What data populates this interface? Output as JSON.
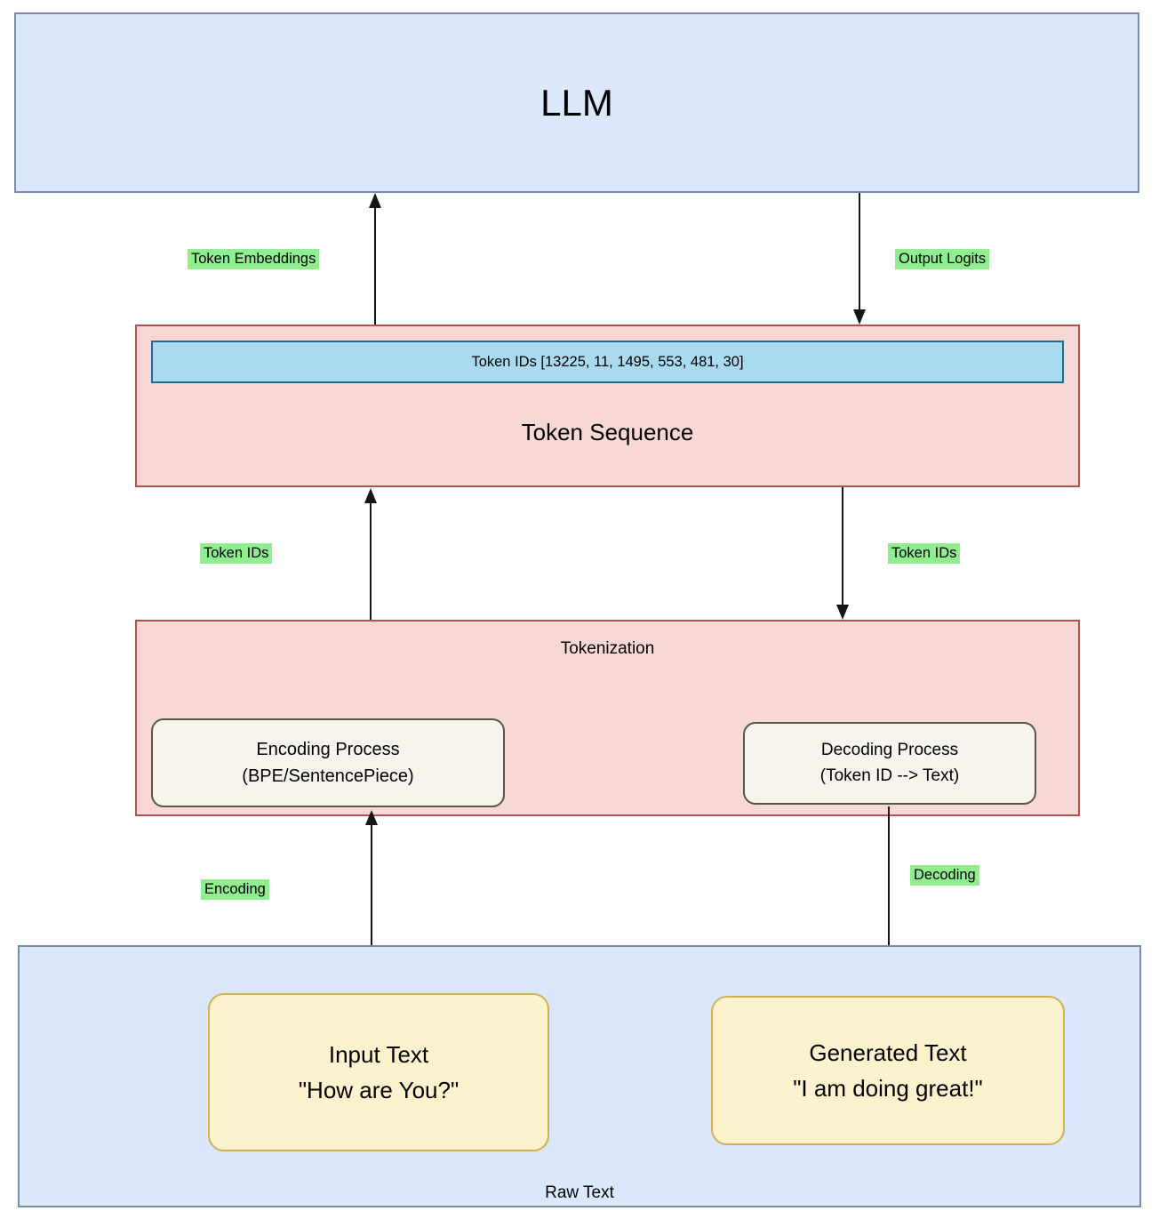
{
  "diagram": {
    "llm": {
      "label": "LLM"
    },
    "token_sequence": {
      "title": "Token Sequence",
      "token_ids_bar": "Token IDs [13225, 11, 1495, 553, 481, 30]"
    },
    "tokenization": {
      "title": "Tokenization",
      "encoding_process": {
        "line1": "Encoding Process",
        "line2": "(BPE/SentencePiece)"
      },
      "decoding_process": {
        "line1": "Decoding Process",
        "line2": "(Token ID --> Text)"
      }
    },
    "raw_text": {
      "title": "Raw Text",
      "input_text": {
        "line1": "Input Text",
        "line2": "\"How are You?\""
      },
      "generated_text": {
        "line1": "Generated Text",
        "line2": "\"I am doing great!\""
      }
    },
    "edge_labels": {
      "token_embeddings": "Token Embeddings",
      "output_logits": "Output Logits",
      "token_ids_up": "Token IDs",
      "token_ids_down": "Token IDs",
      "encoding": "Encoding",
      "decoding": "Decoding"
    },
    "colors": {
      "blue_fill": "#dbe8fb",
      "blue_stroke": "#7b8cab",
      "pink_fill": "#f8d8d4",
      "pink_stroke": "#ae5350",
      "cyan_fill": "#aadaee",
      "cyan_stroke": "#236996",
      "cream_fill": "#f6f4ed",
      "cream_stroke": "#55554c",
      "yellow_fill": "#fdf2ce",
      "yellow_stroke": "#d2b152",
      "label_highlight": "#90ee90",
      "arrow": "#161616"
    }
  }
}
